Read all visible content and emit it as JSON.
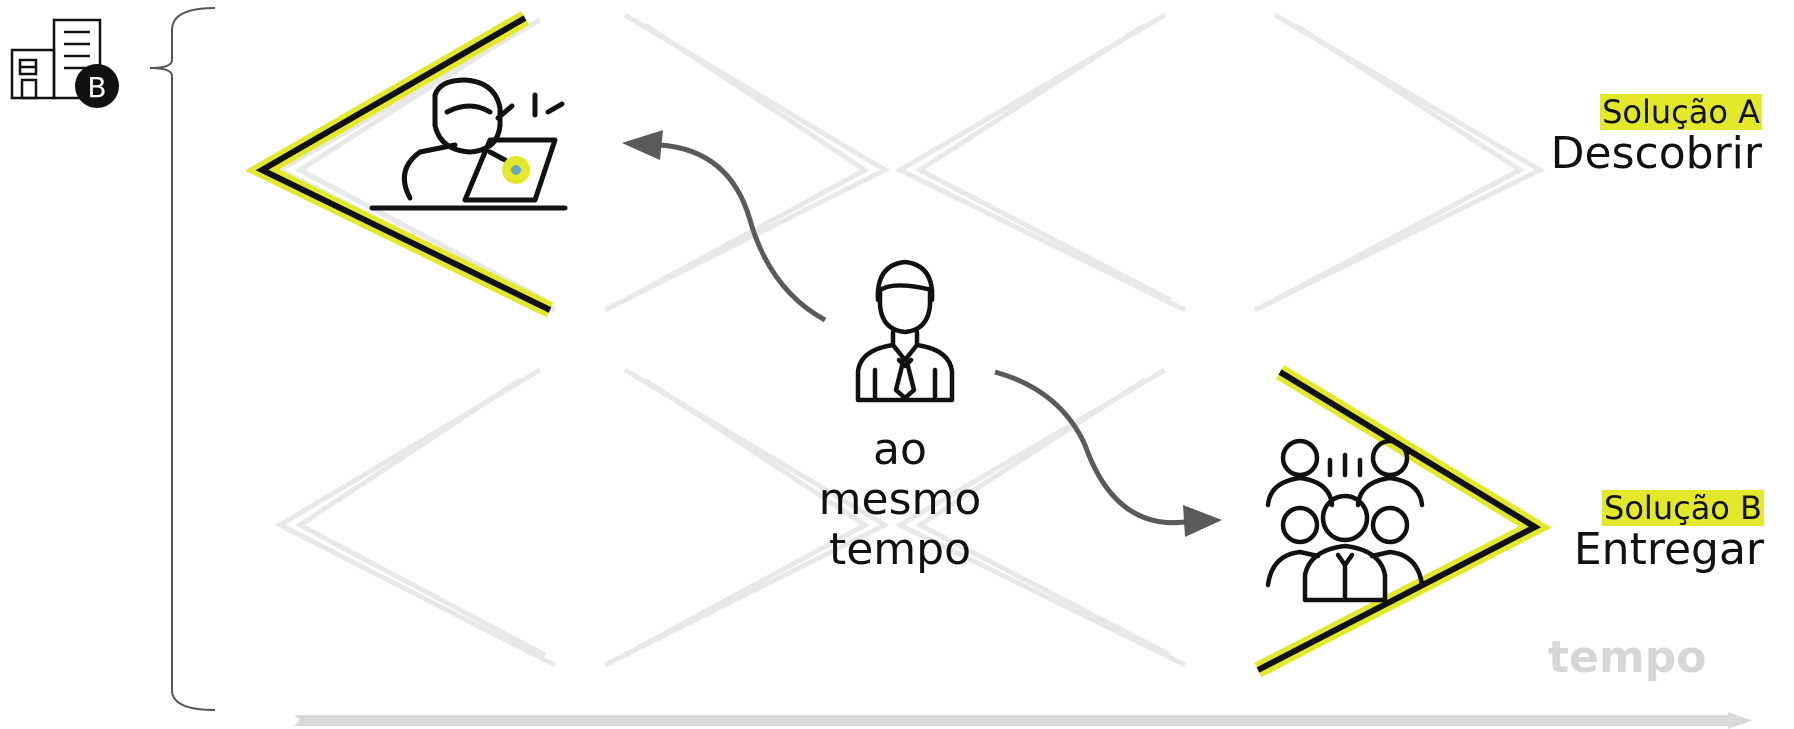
{
  "colors": {
    "accent": "#e3e82a",
    "ink": "#111111",
    "arrow": "#5a5a5a",
    "faded": "#e6e6e6",
    "timeline": "#d9d9d9"
  },
  "company_badge": {
    "icon": "buildings-icon",
    "letter": "B"
  },
  "solution_a": {
    "tag": "Solução A",
    "name": "Descobrir",
    "icon": "hacker-laptop-icon"
  },
  "solution_b": {
    "tag": "Solução B",
    "name": "Entregar",
    "icon": "team-group-icon"
  },
  "center": {
    "icon": "businessman-icon",
    "text_line1": "ao mesmo",
    "text_line2": "tempo"
  },
  "timeline": {
    "label": "tempo"
  }
}
